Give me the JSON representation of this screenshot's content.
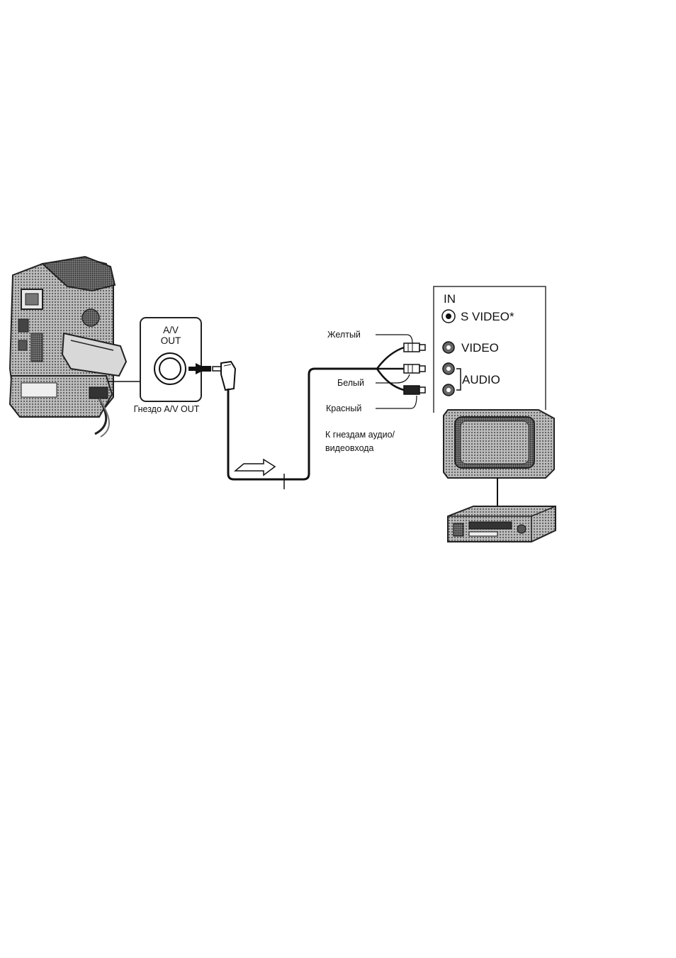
{
  "camcorder": {
    "jack_label_line1": "A/V",
    "jack_label_line2": "OUT",
    "caption": "Гнездо A/V OUT"
  },
  "cable": {
    "wire_labels": [
      "Желтый",
      "Белый",
      "Красный"
    ]
  },
  "tv_panel": {
    "in_label": "IN",
    "s_video_label": "S VIDEO*",
    "video_label": "VIDEO",
    "audio_label": "AUDIO"
  },
  "destination": {
    "line1": "К гнездам аудио/",
    "line2": "видеовхода"
  },
  "colors": {
    "line": "#111111",
    "device_fill": "#8a8a8a",
    "device_dark": "#4a4a4a",
    "panel_border": "#333333"
  }
}
